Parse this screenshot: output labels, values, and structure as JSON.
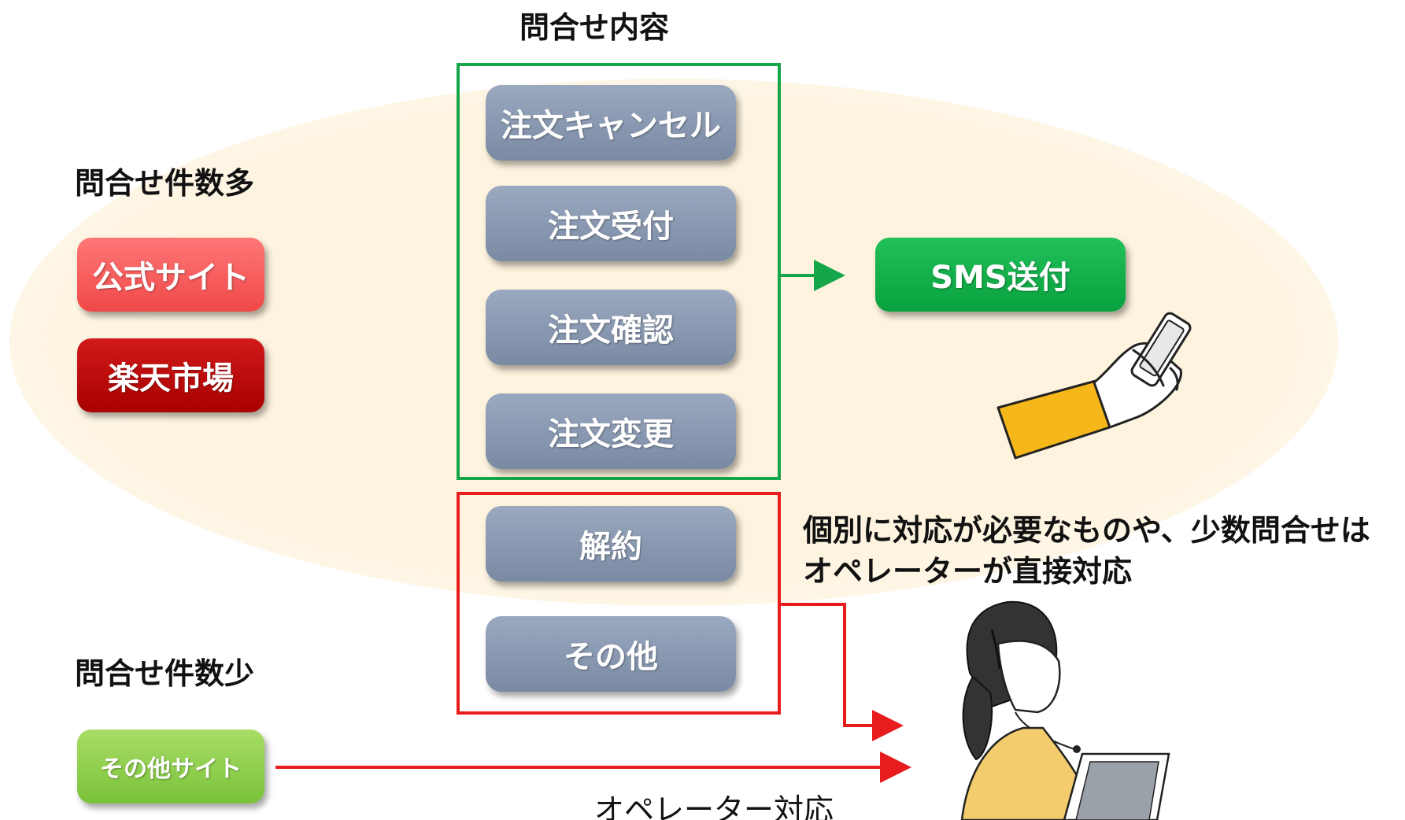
{
  "title": "問合せ内容",
  "groups": {
    "many_heading": "問合せ件数多",
    "few_heading": "問合せ件数少"
  },
  "sources": {
    "official": "公式サイト",
    "rakuten": "楽天市場",
    "other": "その他サイト"
  },
  "inquiry_items_green": [
    "注文キャンセル",
    "注文受付",
    "注文確認",
    "注文変更"
  ],
  "inquiry_items_red": [
    "解約",
    "その他"
  ],
  "sms_label": "SMS送付",
  "note_lines": [
    "個別に対応が必要なものや、少数問合せは",
    "オペレーターが直接対応"
  ],
  "caption": "オペレーター対応",
  "colors": {
    "green_frame": "#16a64a",
    "red_frame": "#e81c1c",
    "item_fill": "#8796ae",
    "sms_fill": "#08a13e",
    "official_fill": "#f04848",
    "rakuten_fill": "#a80000",
    "other_site_fill": "#7ac23a",
    "ellipse_fill": "#fdf3de"
  },
  "icons": {
    "phone": "hand-holding-smartphone-icon",
    "operator": "operator-with-headset-icon"
  }
}
